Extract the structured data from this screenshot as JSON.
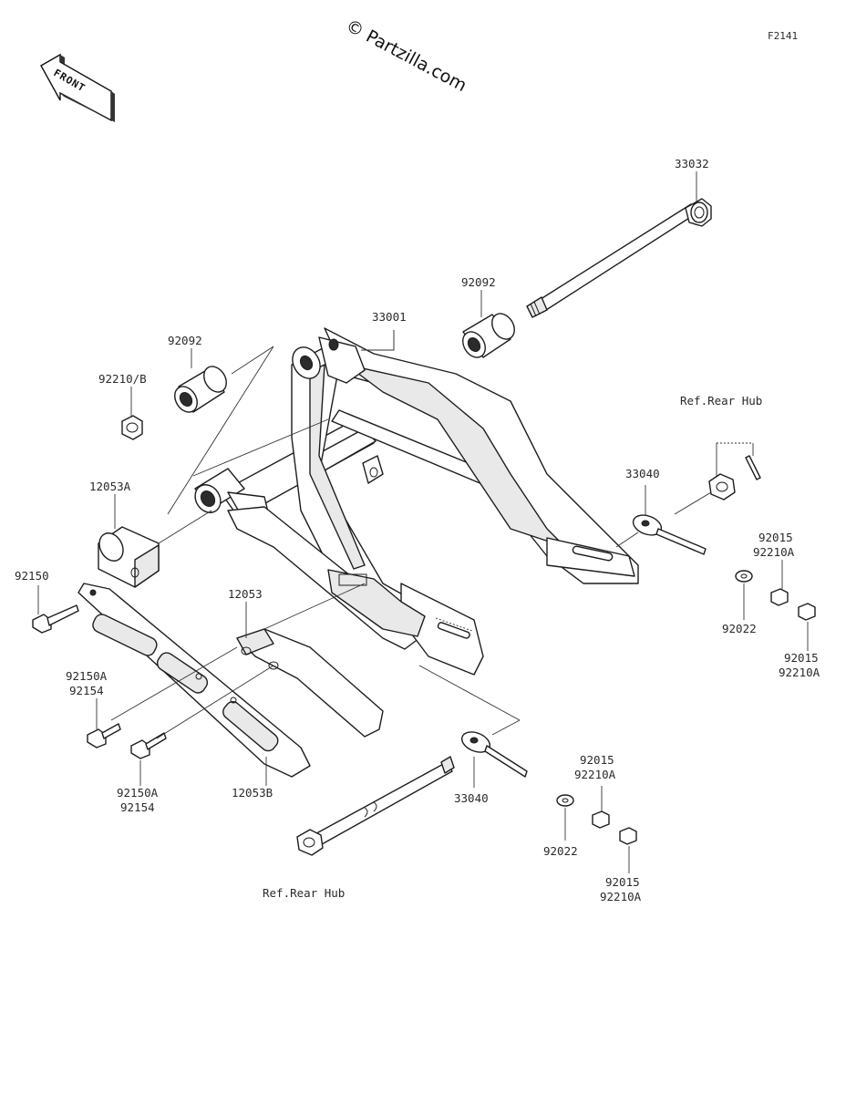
{
  "watermark": "© Partzilla.com",
  "diagram_code": "F2141",
  "front_label": "FRONT",
  "callouts": {
    "c33032": "33032",
    "c92092_right": "92092",
    "c33001": "33001",
    "c92092_left": "92092",
    "c92210b": "92210/B",
    "c12053a": "12053A",
    "ref_rear_hub_top": "Ref.Rear Hub",
    "c33040_top": "33040",
    "c92015_a_1": "92015",
    "c92210a_a_1": "92210A",
    "c92150": "92150",
    "c12053": "12053",
    "c92022_top": "92022",
    "c92015_b_1": "92015",
    "c92210a_b_1": "92210A",
    "c92150a_1": "92150A",
    "c92154_1": "92154",
    "c92150a_2": "92150A",
    "c92154_2": "92154",
    "c12053b": "12053B",
    "c33040_bottom": "33040",
    "c92015_c_1": "92015",
    "c92210a_c_1": "92210A",
    "c92022_bottom": "92022",
    "c92015_d_1": "92015",
    "c92210a_d_1": "92210A",
    "ref_rear_hub_bottom": "Ref.Rear Hub"
  }
}
